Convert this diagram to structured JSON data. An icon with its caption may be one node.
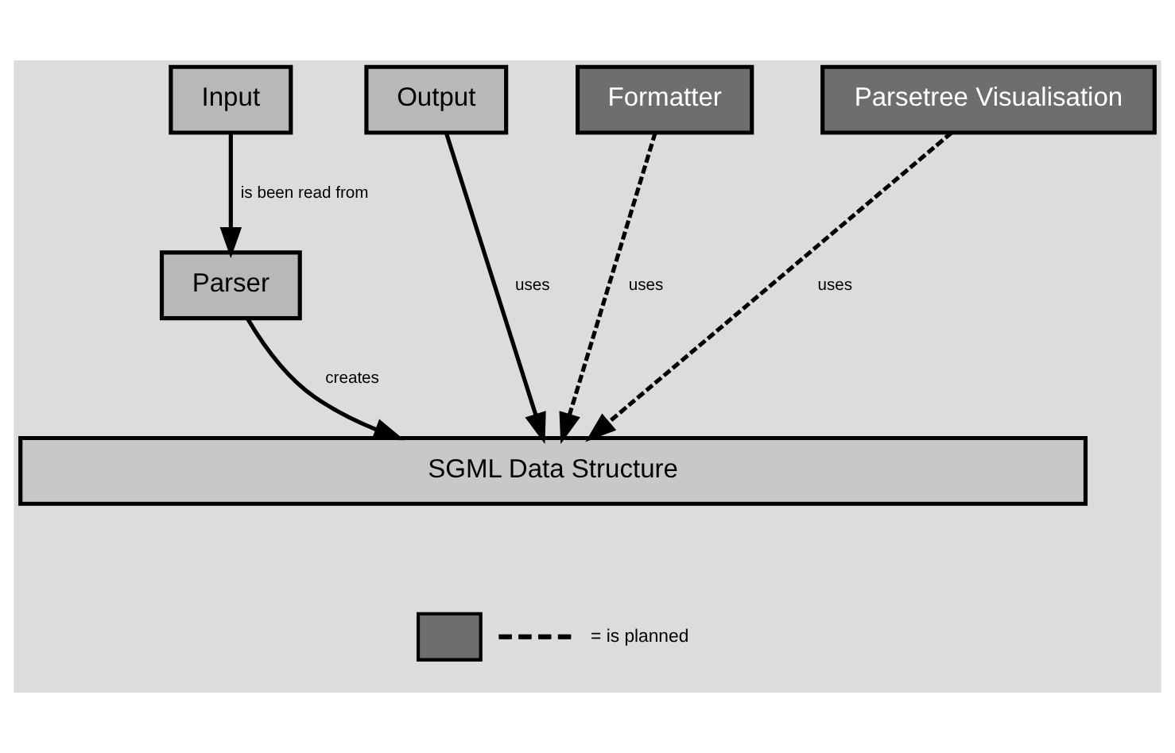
{
  "diagram": {
    "nodes": [
      {
        "text": [
          "Input"
        ]
      },
      {
        "text": [
          "Output"
        ]
      },
      {
        "text": [
          "Formatter"
        ]
      },
      {
        "text": [
          "Parsetree Visualisation"
        ]
      },
      {
        "text": [
          "Parser"
        ]
      },
      {
        "text": [
          "SGML Data Structure"
        ]
      }
    ],
    "edges": [
      {
        "from": 0,
        "to": 4,
        "arrow": "to",
        "label": "is been read from"
      },
      {
        "from": 4,
        "to": 5,
        "arrow": "to",
        "label": "creates"
      },
      {
        "from": 1,
        "to": 5,
        "arrow": "to",
        "label": "uses"
      },
      {
        "from": 2,
        "to": 5,
        "arrow": "to",
        "label": "uses",
        "style": "dashed"
      },
      {
        "from": 3,
        "to": 5,
        "arrow": "to",
        "label": "uses",
        "style": "dashed"
      }
    ],
    "legend": [
      {
        "text": "= is planned"
      }
    ]
  }
}
